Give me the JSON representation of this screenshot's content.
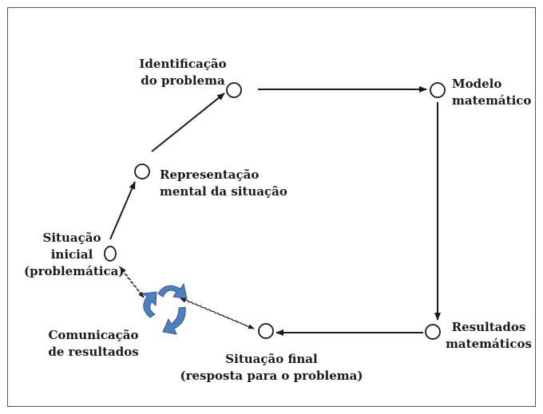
{
  "nodes": {
    "identificacao": {
      "line1": "Identificação",
      "line2": "do problema"
    },
    "modelo": {
      "line1": "Modelo",
      "line2": "matemático"
    },
    "resultados": {
      "line1": "Resultados",
      "line2": "matemáticos"
    },
    "situacao_final": {
      "line1": "Situação final",
      "line2": "(resposta para o problema)"
    },
    "situacao_inicial": {
      "line1": "Situação",
      "line2": "inicial",
      "line3": "(problemática)"
    },
    "representacao": {
      "line1": "Representação",
      "line2": "mental da situação"
    }
  },
  "comunicacao": {
    "line1": "Comunicação",
    "line2": "de resultados",
    "icon": "cycle-arrows-icon"
  },
  "colors": {
    "line": "#1a1a1a",
    "cycle": "#4f7fbf",
    "cycle_edge": "#2f5a8f"
  }
}
